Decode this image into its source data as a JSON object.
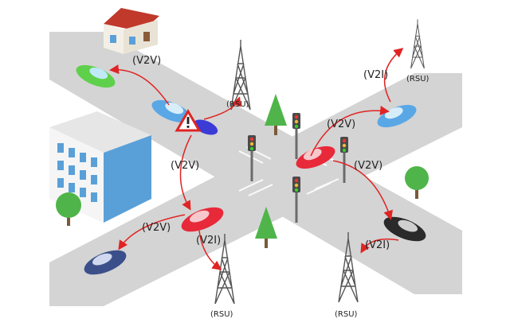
{
  "labels": {
    "v2v_top": "(V2V)",
    "v2v_mid": "(V2V)",
    "v2v_left": "(V2V)",
    "v2v_right": "(V2V)",
    "v2v_right2": "(V2V)",
    "v2i_topright": "(V2I)",
    "v2i_bottom": "(V2I)",
    "v2i_right": "(V2I)"
  },
  "rsu": {
    "top_center": "(RSU)",
    "top_right": "(RSU)",
    "bottom_left": "(RSU)",
    "bottom_right": "(RSU)"
  },
  "colors": {
    "road": "#d4d4d4",
    "road_edge": "#bdbdbd",
    "arrow": "#e02424",
    "car_green": "#5fd04b",
    "car_blue": "#5aa7e6",
    "car_red": "#e8293a",
    "car_navy": "#3b4f8a",
    "car_black": "#2a2a2a",
    "tree": "#4fb54a",
    "building": "#5aa0d8"
  },
  "icons": [
    "warning-icon",
    "house-icon",
    "building-icon",
    "tower-icon",
    "traffic-light-icon",
    "tree-icon",
    "car-icon"
  ]
}
